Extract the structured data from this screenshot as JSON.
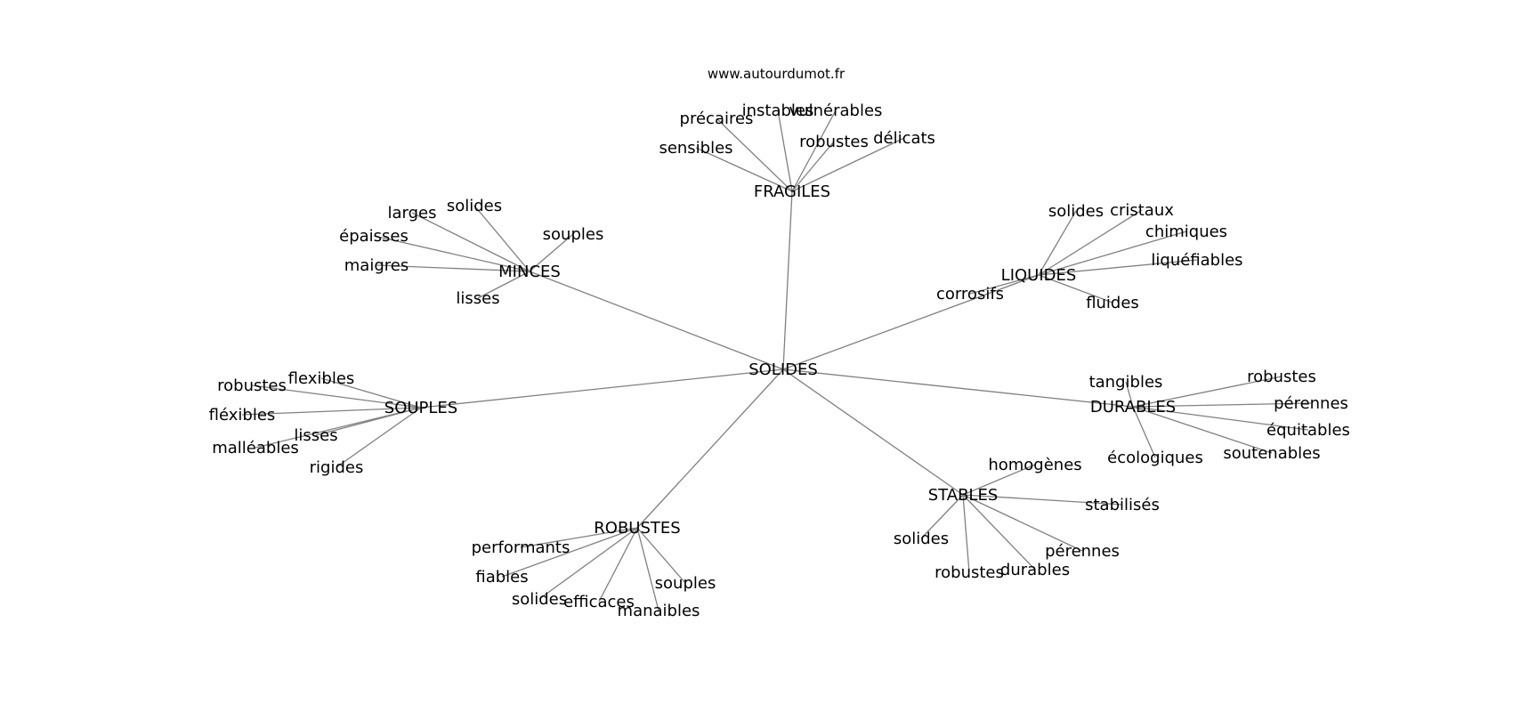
{
  "watermark": "www.autourdumot.fr",
  "graph": {
    "center": "SOLIDES",
    "branches": [
      {
        "label": "FRAGILES",
        "leaves": [
          "précaires",
          "instables",
          "vulnérables",
          "sensibles",
          "robustes",
          "délicats"
        ]
      },
      {
        "label": "MINCES",
        "leaves": [
          "larges",
          "solides",
          "souples",
          "épaisses",
          "maigres",
          "lisses"
        ]
      },
      {
        "label": "LIQUIDES",
        "leaves": [
          "solides",
          "cristaux",
          "chimiques",
          "liquéfiables",
          "corrosifs",
          "fluides"
        ]
      },
      {
        "label": "SOUPLES",
        "leaves": [
          "flexibles",
          "robustes",
          "fléxibles",
          "lisses",
          "malléables",
          "rigides"
        ]
      },
      {
        "label": "DURABLES",
        "leaves": [
          "tangibles",
          "robustes",
          "pérennes",
          "équitables",
          "écologiques",
          "soutenables"
        ]
      },
      {
        "label": "STABLES",
        "leaves": [
          "homogènes",
          "stabilisés",
          "solides",
          "pérennes",
          "robustes",
          "durables"
        ]
      },
      {
        "label": "ROBUSTES",
        "leaves": [
          "performants",
          "fiables",
          "solides",
          "efficaces",
          "manaibles",
          "souples"
        ]
      }
    ]
  }
}
